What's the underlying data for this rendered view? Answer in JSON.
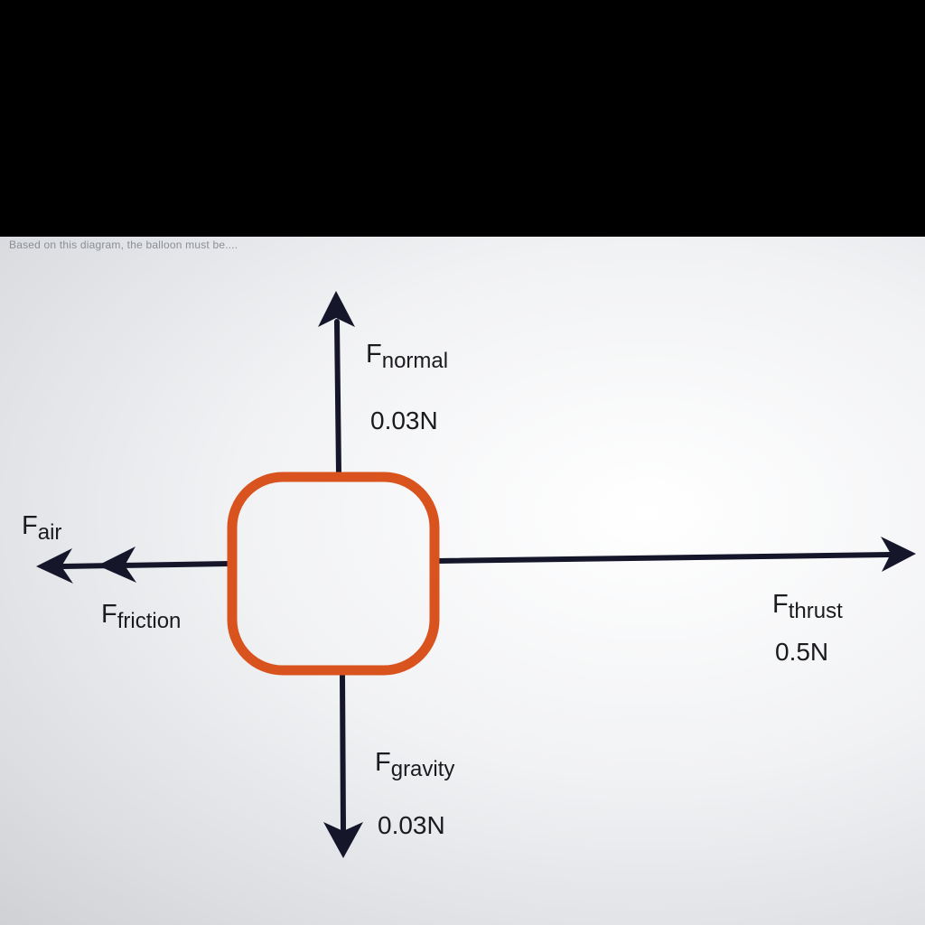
{
  "question": "Based on this diagram, the balloon must be....",
  "forces": {
    "normal": {
      "symbol": "F",
      "subscript": "normal",
      "value": "0.03N"
    },
    "air": {
      "symbol": "F",
      "subscript": "air"
    },
    "friction": {
      "symbol": "F",
      "subscript": "friction"
    },
    "thrust": {
      "symbol": "F",
      "subscript": "thrust",
      "value": "0.5N"
    },
    "gravity": {
      "symbol": "F",
      "subscript": "gravity",
      "value": "0.03N"
    }
  },
  "colors": {
    "arrow": "#16162b",
    "object_outline": "#d9531e",
    "text": "#1b1b1f"
  }
}
